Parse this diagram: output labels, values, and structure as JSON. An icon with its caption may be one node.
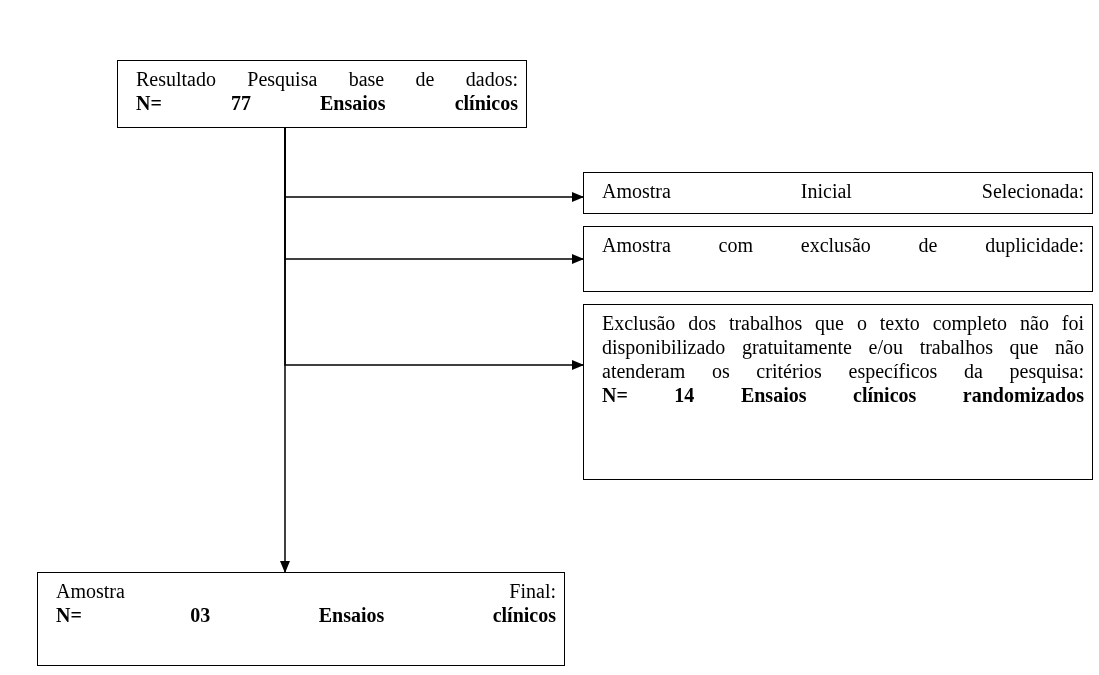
{
  "diagram": {
    "nodes": [
      {
        "text": [
          "Resultado Pesquisa base de dados:",
          "N= 77 Ensaios clínicos"
        ]
      },
      {
        "text": [
          "Amostra Inicial Selecionada:"
        ]
      },
      {
        "text": [
          "Amostra com exclusão de duplicidade:"
        ]
      },
      {
        "text": [
          "Exclusão dos trabalhos que o texto completo não foi disponibilizado gratuitamente e/ou trabalhos que não atenderam os critérios específicos da pesquisa:",
          "N= 14 Ensaios clínicos randomizados"
        ]
      },
      {
        "text": [
          "Amostra Final:",
          "N= 03 Ensaios clínicos"
        ]
      }
    ],
    "edges": [
      {
        "from": 0,
        "to": 1,
        "arrow": "to"
      },
      {
        "from": 0,
        "to": 2,
        "arrow": "to"
      },
      {
        "from": 0,
        "to": 3,
        "arrow": "to"
      },
      {
        "from": 0,
        "to": 4,
        "arrow": "to"
      }
    ]
  }
}
